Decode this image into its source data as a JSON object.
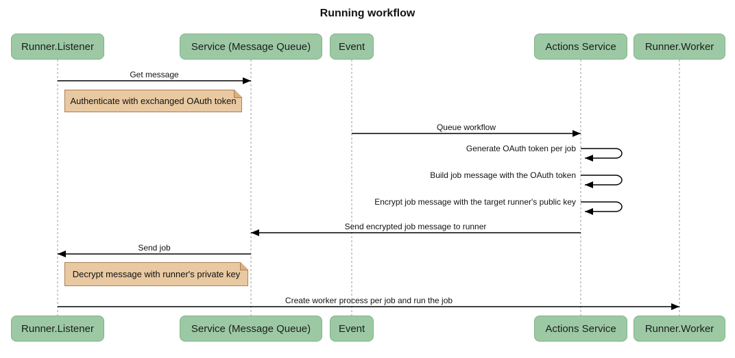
{
  "title": "Running workflow",
  "actors": [
    {
      "label": "Runner.Listener"
    },
    {
      "label": "Service (Message Queue)"
    },
    {
      "label": "Event"
    },
    {
      "label": "Actions Service"
    },
    {
      "label": "Runner.Worker"
    }
  ],
  "messages": [
    {
      "label": "Get message",
      "from": "Runner.Listener",
      "to": "Service (Message Queue)",
      "kind": "solid-arrow-right"
    },
    {
      "label": "Queue workflow",
      "from": "Event",
      "to": "Actions Service",
      "kind": "solid-arrow-right"
    },
    {
      "label": "Generate OAuth token per job",
      "from": "Actions Service",
      "to": "Actions Service",
      "kind": "self-loop"
    },
    {
      "label": "Build job message with the OAuth token",
      "from": "Actions Service",
      "to": "Actions Service",
      "kind": "self-loop"
    },
    {
      "label": "Encrypt job message with the target runner's public key",
      "from": "Actions Service",
      "to": "Actions Service",
      "kind": "self-loop"
    },
    {
      "label": "Send encrypted job message to runner",
      "from": "Actions Service",
      "to": "Service (Message Queue)",
      "kind": "solid-arrow-left"
    },
    {
      "label": "Send job",
      "from": "Service (Message Queue)",
      "to": "Runner.Listener",
      "kind": "solid-arrow-left"
    },
    {
      "label": "Create worker process per job and run the job",
      "from": "Runner.Listener",
      "to": "Runner.Worker",
      "kind": "solid-arrow-right"
    }
  ],
  "notes": [
    {
      "label": "Authenticate with exchanged OAuth token",
      "over": "Runner.Listener"
    },
    {
      "label": "Decrypt message with runner's private key",
      "over": "Runner.Listener"
    }
  ],
  "colors": {
    "actor_fill": "#9CC9A4",
    "actor_border": "#7FB288",
    "note_fill": "#E9C9A1",
    "note_border": "#AA7F4F",
    "lifeline": "#999999",
    "arrow": "#000000"
  }
}
